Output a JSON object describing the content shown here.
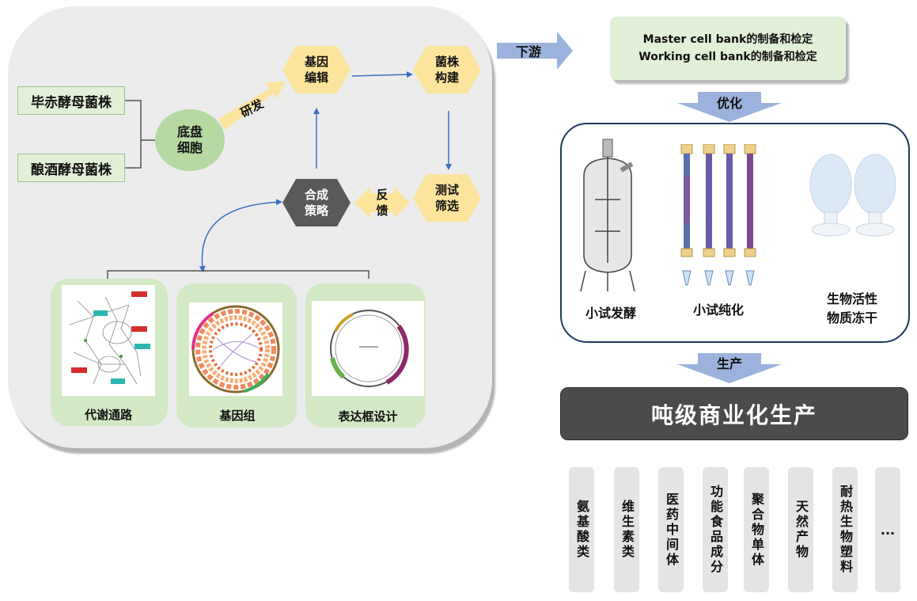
{
  "left": {
    "strain1": "毕赤酵母菌株",
    "strain2": "酿酒酵母菌株",
    "chassis": [
      "底盘",
      "细胞"
    ],
    "research": "研发",
    "gene_edit": [
      "基因",
      "编辑"
    ],
    "strain_build": [
      "菌株",
      "构建"
    ],
    "synthesis": [
      "合成",
      "策略"
    ],
    "feedback": [
      "反",
      "馈"
    ],
    "test_screen": [
      "测试",
      "筛选"
    ],
    "cards": [
      "代谢通路",
      "基因组",
      "表达框设计"
    ]
  },
  "downstream": "下游",
  "master": {
    "line1": "Master cell bank的制备和检定",
    "line2": "Working cell bank的制备和检定"
  },
  "optimize": "优化",
  "process": {
    "ferment": "小试发酵",
    "purify": "小试纯化",
    "freeze": [
      "生物活性",
      "物质冻干"
    ]
  },
  "produce": "生产",
  "production_title": "吨级商业化生产",
  "products": [
    "氨基酸类",
    "维生素类",
    "医药中间体",
    "功能食品成分",
    "聚合物单体",
    "天然产物",
    "耐热生物塑料",
    "..."
  ],
  "colors": {
    "hexagon": "#fde49d",
    "strategy": "#595959",
    "arrow_blue": "#3a6fc2",
    "block_arrow": "#9bb3dc",
    "panel_gray": "#ececec",
    "green_light": "#e3f0d8"
  }
}
